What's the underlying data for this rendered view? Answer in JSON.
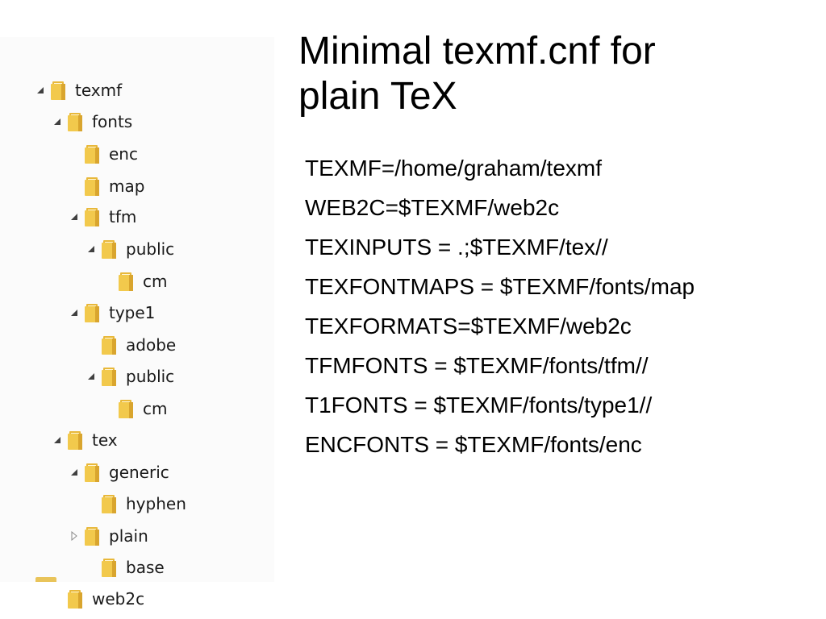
{
  "slide": {
    "title_line1": "Minimal texmf.cnf for",
    "title_line2": "plain TeX"
  },
  "tree": {
    "folder_color": "#e8b83a",
    "items": [
      {
        "label": "texmf",
        "expander": "expanded"
      },
      {
        "label": "fonts",
        "expander": "expanded"
      },
      {
        "label": "enc",
        "expander": "none"
      },
      {
        "label": "map",
        "expander": "none"
      },
      {
        "label": "tfm",
        "expander": "expanded"
      },
      {
        "label": "public",
        "expander": "expanded"
      },
      {
        "label": "cm",
        "expander": "none"
      },
      {
        "label": "type1",
        "expander": "expanded"
      },
      {
        "label": "adobe",
        "expander": "none"
      },
      {
        "label": "public",
        "expander": "expanded"
      },
      {
        "label": "cm",
        "expander": "none"
      },
      {
        "label": "tex",
        "expander": "expanded"
      },
      {
        "label": "generic",
        "expander": "expanded"
      },
      {
        "label": "hyphen",
        "expander": "none"
      },
      {
        "label": "plain",
        "expander": "collapsed"
      },
      {
        "label": "base",
        "expander": "none"
      },
      {
        "label": "web2c",
        "expander": "none"
      }
    ]
  },
  "config": {
    "lines": [
      "TEXMF=/home/graham/texmf",
      "WEB2C=$TEXMF/web2c",
      "TEXINPUTS = .;$TEXMF/tex//",
      "TEXFONTMAPS = $TEXMF/fonts/map",
      "TEXFORMATS=$TEXMF/web2c",
      "TFMFONTS = $TEXMF/fonts/tfm//",
      "T1FONTS = $TEXMF/fonts/type1//",
      "ENCFONTS = $TEXMF/fonts/enc"
    ]
  }
}
